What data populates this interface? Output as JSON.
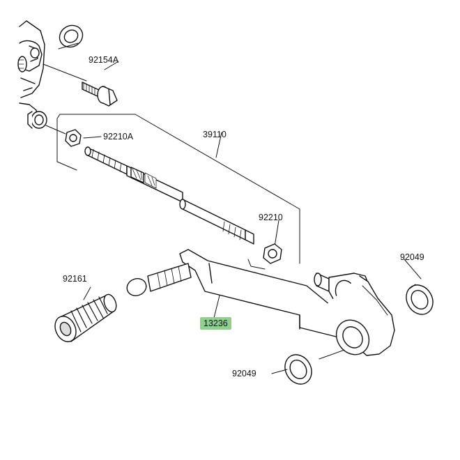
{
  "diagram": {
    "parts": [
      {
        "id": "p92154A",
        "label": "92154A",
        "icon": "flange-bolt-icon"
      },
      {
        "id": "p92210A",
        "label": "92210A",
        "icon": "hex-nut-icon"
      },
      {
        "id": "p39110",
        "label": "39110",
        "icon": "tie-rod-assembly-icon"
      },
      {
        "id": "p92210",
        "label": "92210",
        "icon": "hex-nut-icon"
      },
      {
        "id": "p92049a",
        "label": "92049",
        "icon": "oil-seal-icon"
      },
      {
        "id": "p92161",
        "label": "92161",
        "icon": "rubber-pedal-icon"
      },
      {
        "id": "p13236",
        "label": "13236",
        "icon": "shift-pedal-icon",
        "highlighted": true
      },
      {
        "id": "p92049b",
        "label": "92049",
        "icon": "oil-seal-icon"
      }
    ],
    "highlight_color": "#8fcf8f"
  }
}
